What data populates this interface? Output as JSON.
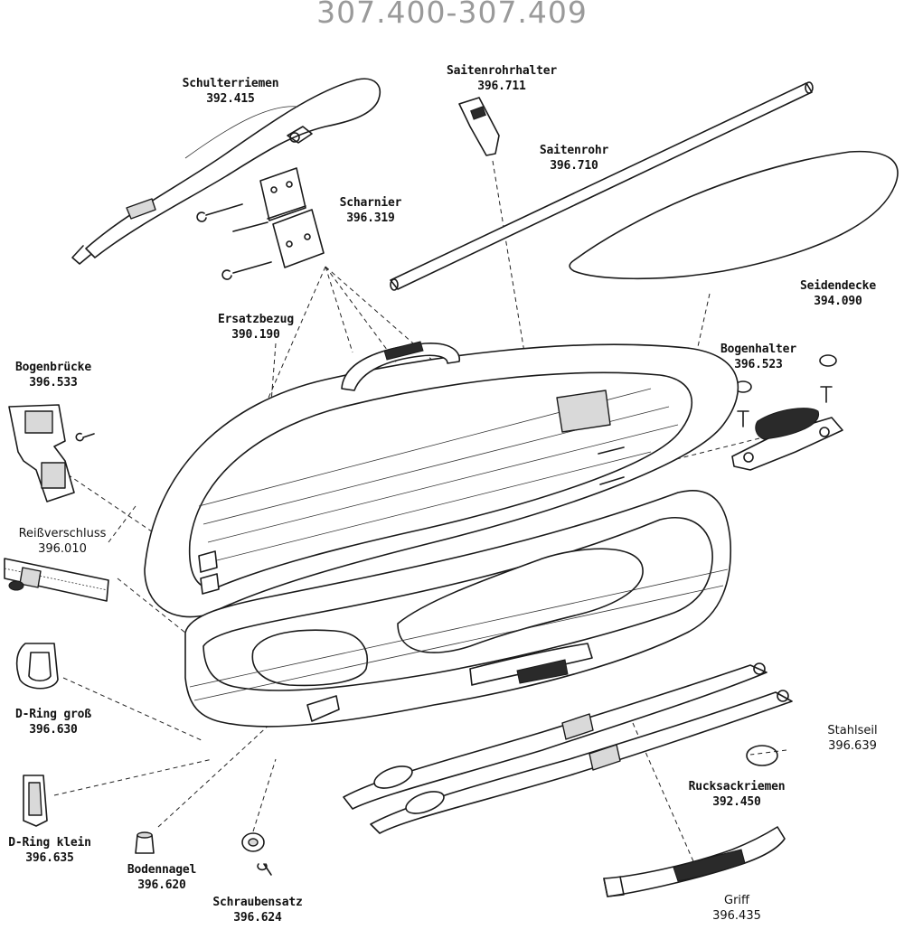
{
  "title": "307.400-307.409",
  "parts": [
    {
      "name": "Schulterriemen",
      "number": "392.415"
    },
    {
      "name": "Saitenrohrhalter",
      "number": "396.711"
    },
    {
      "name": "Saitenrohr",
      "number": "396.710"
    },
    {
      "name": "Scharnier",
      "number": "396.319"
    },
    {
      "name": "Seidendecke",
      "number": "394.090"
    },
    {
      "name": "Ersatzbezug",
      "number": "390.190"
    },
    {
      "name": "Bogenhalter",
      "number": "396.523"
    },
    {
      "name": "Bogenbrücke",
      "number": "396.533"
    },
    {
      "name": "Reißverschluss",
      "number": "396.010"
    },
    {
      "name": "D-Ring groß",
      "number": "396.630"
    },
    {
      "name": "Stahlseil",
      "number": "396.639"
    },
    {
      "name": "Rucksackriemen",
      "number": "392.450"
    },
    {
      "name": "D-Ring klein",
      "number": "396.635"
    },
    {
      "name": "Bodennagel",
      "number": "396.620"
    },
    {
      "name": "Schraubensatz",
      "number": "396.624"
    },
    {
      "name": "Griff",
      "number": "396.435"
    }
  ]
}
